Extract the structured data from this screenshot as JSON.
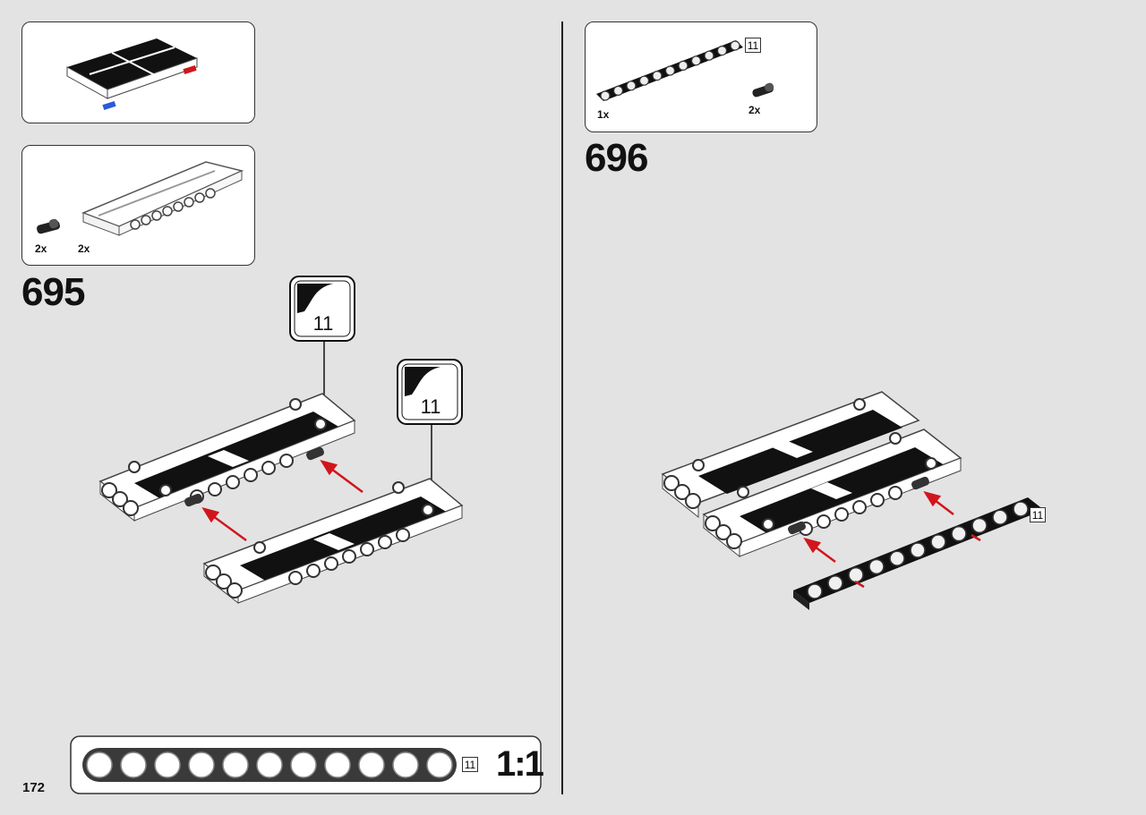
{
  "page": {
    "number": "172"
  },
  "steps": [
    {
      "id": "695",
      "number": "695"
    },
    {
      "id": "696",
      "number": "696"
    }
  ],
  "parts_panels": {
    "step695": {
      "quantities": [
        "2x",
        "2x"
      ]
    },
    "step696": {
      "quantities": [
        "1x",
        "2x"
      ],
      "beam_length": "11"
    }
  },
  "callouts": {
    "subassembly_a": {
      "count": "11"
    },
    "subassembly_b": {
      "count": "11"
    },
    "beam_label": "11"
  },
  "ruler": {
    "length_label": "11",
    "scale": "1:1",
    "holes": 11
  },
  "colors": {
    "background": "#e3e3e3",
    "arrow": "#d0161c",
    "black": "#111111"
  }
}
